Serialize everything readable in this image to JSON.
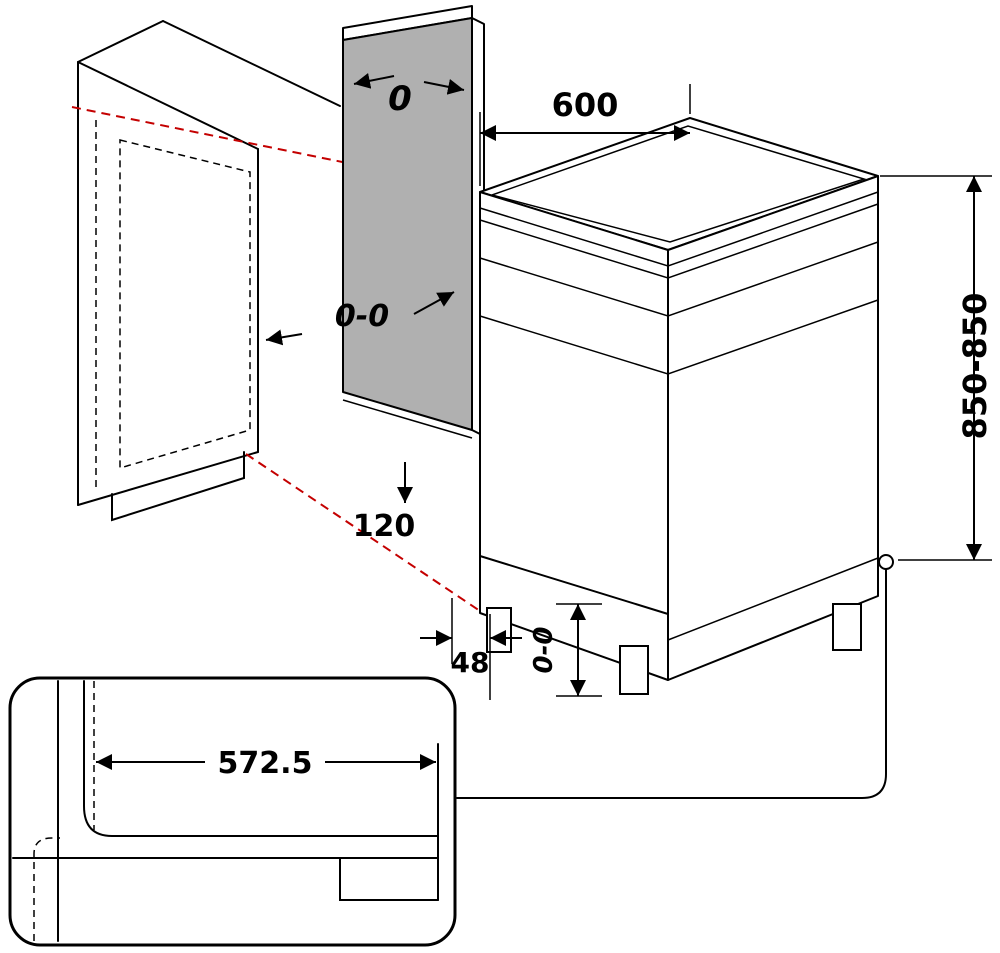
{
  "diagram": {
    "type": "appliance-installation-dimension-drawing",
    "labels": {
      "panel_gap_top": "0",
      "panel_gap_side": "0-0",
      "niche_width": "600",
      "height_range": "850-850",
      "plinth_height": "120",
      "foot_offset": "48",
      "leveling_range": "0-0",
      "depth": "572.5"
    },
    "colors": {
      "outline": "#000000",
      "guide_line": "#c40000",
      "panel_fill": "#b0b0b0",
      "background": "#ffffff"
    }
  }
}
